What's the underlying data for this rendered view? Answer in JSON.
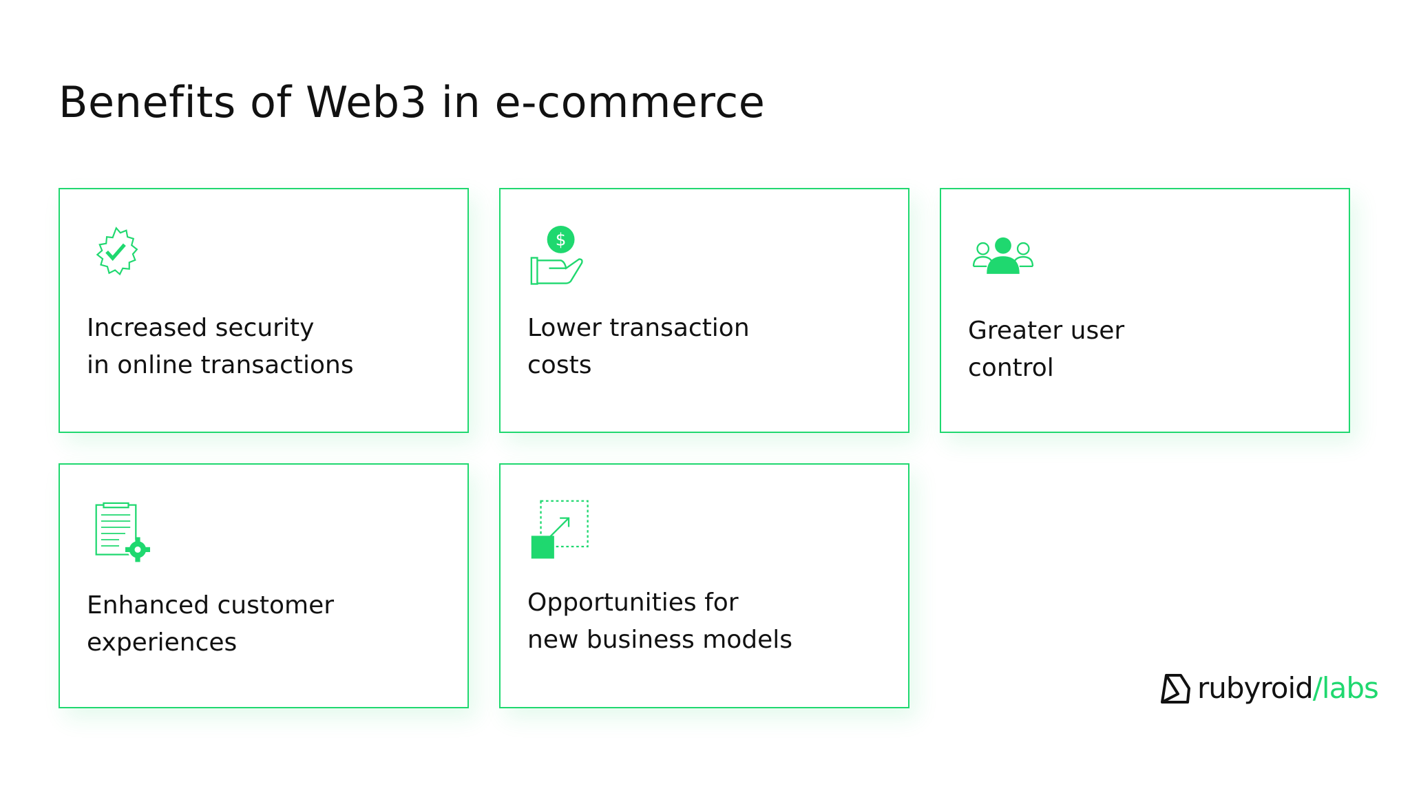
{
  "title": "Benefits of Web3 in e-commerce",
  "accent_color": "#1fd86f",
  "cards": [
    {
      "icon": "verified-badge-icon",
      "line1": "Increased security",
      "line2": "in online transactions"
    },
    {
      "icon": "hand-coin-icon",
      "line1": "Lower transaction",
      "line2": "costs"
    },
    {
      "icon": "users-group-icon",
      "line1": "Greater user",
      "line2": "control"
    },
    {
      "icon": "document-gear-icon",
      "line1": "Enhanced customer",
      "line2": "experiences"
    },
    {
      "icon": "scale-up-icon",
      "line1": "Opportunities for",
      "line2": "new business models"
    }
  ],
  "logo": {
    "part1": "rubyroid",
    "part2": "/labs"
  }
}
